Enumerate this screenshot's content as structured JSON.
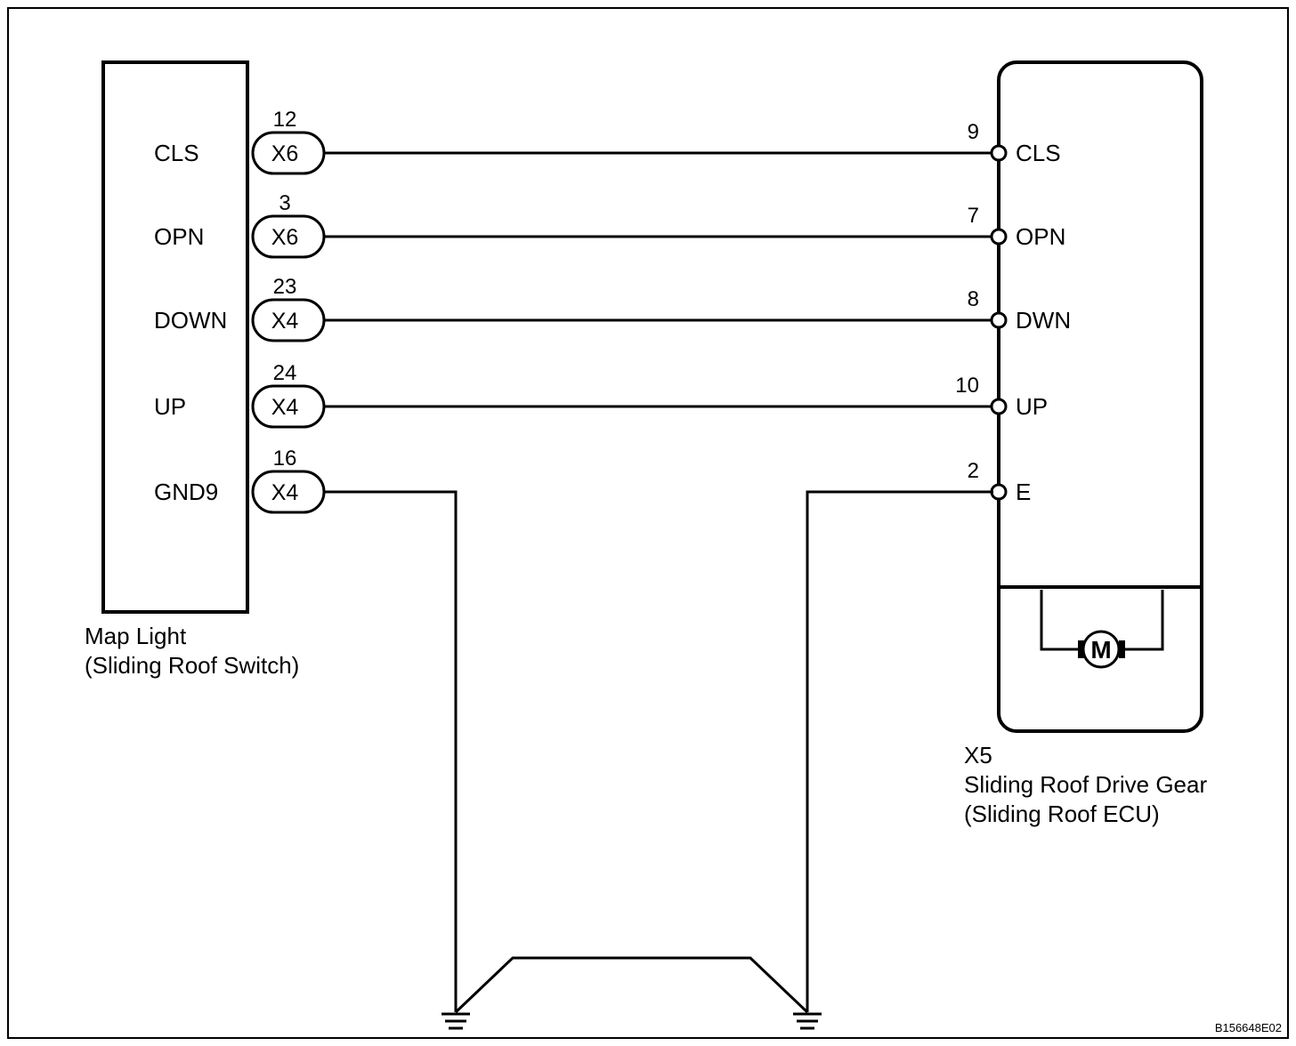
{
  "switch_component": {
    "name_line1": "Map Light",
    "name_line2": "(Sliding Roof Switch)"
  },
  "ecu_component": {
    "connector": "X5",
    "name_line1": "Sliding Roof Drive Gear",
    "name_line2": "(Sliding Roof ECU)",
    "motor_symbol": "M"
  },
  "signals": [
    {
      "left_label": "CLS",
      "left_pin": "12",
      "left_connector": "X6",
      "right_pin": "9",
      "right_label": "CLS"
    },
    {
      "left_label": "OPN",
      "left_pin": "3",
      "left_connector": "X6",
      "right_pin": "7",
      "right_label": "OPN"
    },
    {
      "left_label": "DOWN",
      "left_pin": "23",
      "left_connector": "X4",
      "right_pin": "8",
      "right_label": "DWN"
    },
    {
      "left_label": "UP",
      "left_pin": "24",
      "left_connector": "X4",
      "right_pin": "10",
      "right_label": "UP"
    },
    {
      "left_label": "GND9",
      "left_pin": "16",
      "left_connector": "X4",
      "right_pin": "2",
      "right_label": "E"
    }
  ],
  "figure_code": "B156648E02"
}
